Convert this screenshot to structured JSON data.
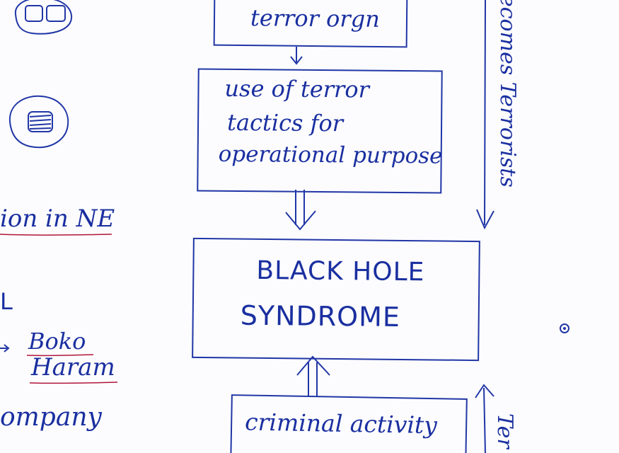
{
  "diagram": {
    "top_box": {
      "line_partial": "",
      "line2": "terror orgn"
    },
    "tactics_box": {
      "line1": "use of terror",
      "line2": "tactics for",
      "line3": "operational purpose"
    },
    "center_box": {
      "line1": "BLACK HOLE",
      "line2": "SYNDROME"
    },
    "bottom_box": {
      "line1": "criminal activity",
      "line2": ""
    },
    "right_vertical_top": "ecomes Terrorists",
    "right_vertical_bottom": "Ter",
    "left_margin": {
      "item1": "ion in NE",
      "item2": "L",
      "item3a": "Boko",
      "item3b": "Haram",
      "item4": "ompany"
    },
    "colors": {
      "ink_blue": "#1a2fa0",
      "underline_red": "#b0163a",
      "paper": "#fcfcfe"
    }
  }
}
